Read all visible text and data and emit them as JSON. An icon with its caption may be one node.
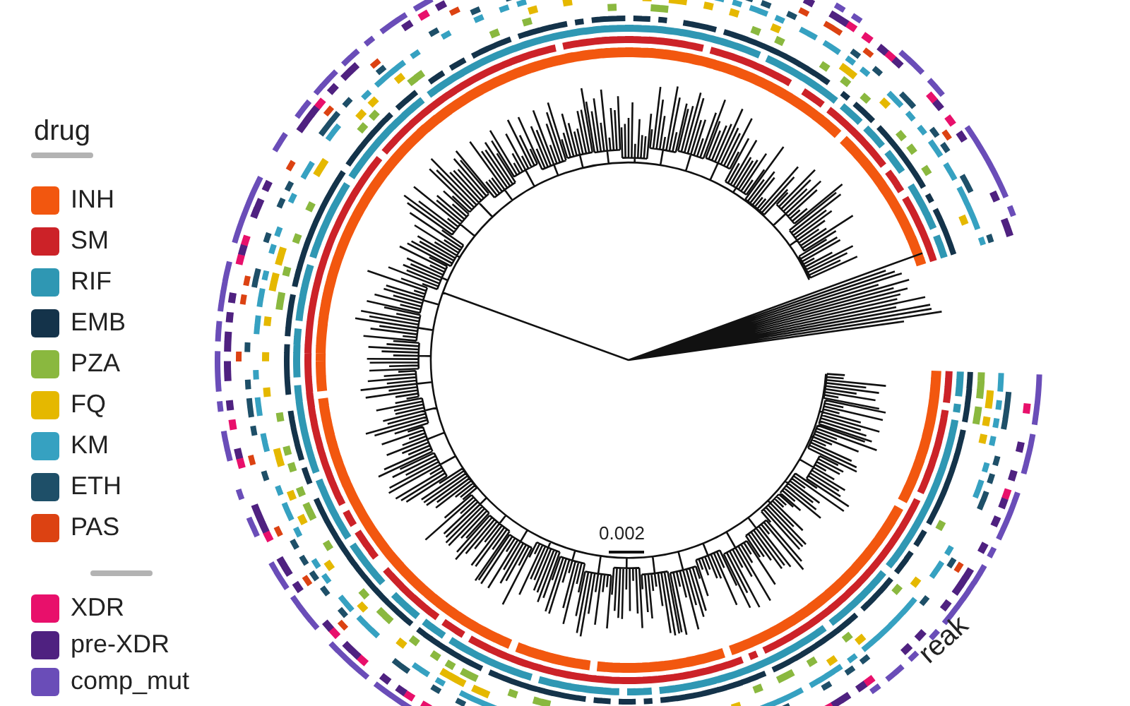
{
  "diagram": {
    "labels": [
      "drug",
      "0.002",
      "reak"
    ],
    "legend": [
      {
        "text": "INH",
        "color": "#f2570f"
      },
      {
        "text": "SM",
        "color": "#cc2228"
      },
      {
        "text": "RIF",
        "color": "#2f97b3"
      },
      {
        "text": "EMB",
        "color": "#14334a"
      },
      {
        "text": "PZA",
        "color": "#8ab83f"
      },
      {
        "text": "FQ",
        "color": "#e5b800"
      },
      {
        "text": "KM",
        "color": "#36a1c1"
      },
      {
        "text": "ETH",
        "color": "#1e4f68"
      },
      {
        "text": "PAS",
        "color": "#dc4212"
      },
      {
        "text": "XDR",
        "color": "#e8106b"
      },
      {
        "text": "pre-XDR",
        "color": "#4f2180"
      },
      {
        "text": "comp_mut",
        "color": "#6a4db8"
      }
    ]
  }
}
